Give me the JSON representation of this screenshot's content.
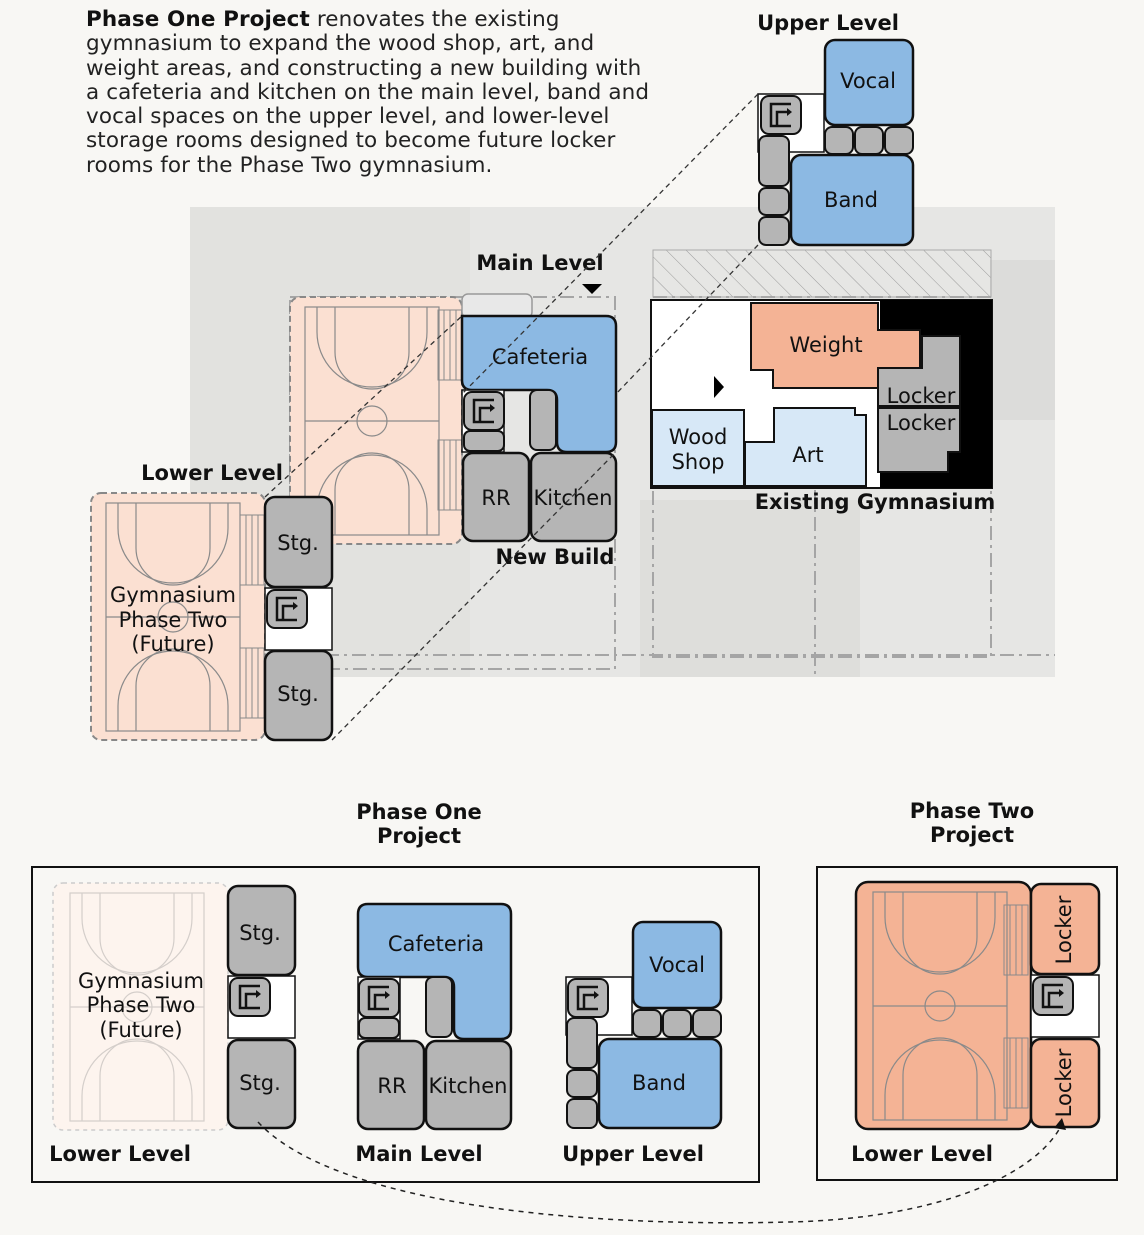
{
  "intro": {
    "lead": "Phase One Project",
    "text": " renovates the existing gymnasium to expand the wood shop, art, and weight areas, and constructing a new building with a cafeteria and kitchen on the main level, band and vocal spaces on the upper level, and lower-level storage rooms designed to become future locker rooms for the Phase Two gymnasium."
  },
  "site": {
    "upper_level_label": "Upper Level",
    "main_level_label": "Main Level",
    "lower_level_label": "Lower Level",
    "existing_gym_label": "Existing Gymnasium",
    "new_build_label": "New Build",
    "rooms": {
      "vocal": "Vocal",
      "band": "Band",
      "cafeteria": "Cafeteria",
      "rr": "RR",
      "kitchen": "Kitchen",
      "weight": "Weight",
      "locker1": "Locker",
      "locker2": "Locker",
      "wood_shop": [
        "Wood",
        "Shop"
      ],
      "art": "Art",
      "stg_top": "Stg.",
      "stg_bottom": "Stg.",
      "gym_future": [
        "Gymnasium",
        "Phase Two",
        "(Future)"
      ]
    }
  },
  "phase_one": {
    "title": [
      "Phase One",
      "Project"
    ],
    "lower_level_label": "Lower Level",
    "main_level_label": "Main Level",
    "upper_level_label": "Upper Level",
    "rooms": {
      "stg_top": "Stg.",
      "stg_bottom": "Stg.",
      "gym_future": [
        "Gymnasium",
        "Phase Two",
        "(Future)"
      ],
      "cafeteria": "Cafeteria",
      "rr": "RR",
      "kitchen": "Kitchen",
      "vocal": "Vocal",
      "band": "Band"
    }
  },
  "phase_two": {
    "title": [
      "Phase Two",
      "Project"
    ],
    "lower_level_label": "Lower Level",
    "rooms": {
      "locker_top": "Locker",
      "locker_bottom": "Locker"
    }
  },
  "colors": {
    "blue": "#8cb9e3",
    "light_blue": "#d7e8f7",
    "salmon": "#f4b395",
    "pale_salmon": "#fbe0d2",
    "gray": "#b5b5b5",
    "black": "#000000"
  }
}
